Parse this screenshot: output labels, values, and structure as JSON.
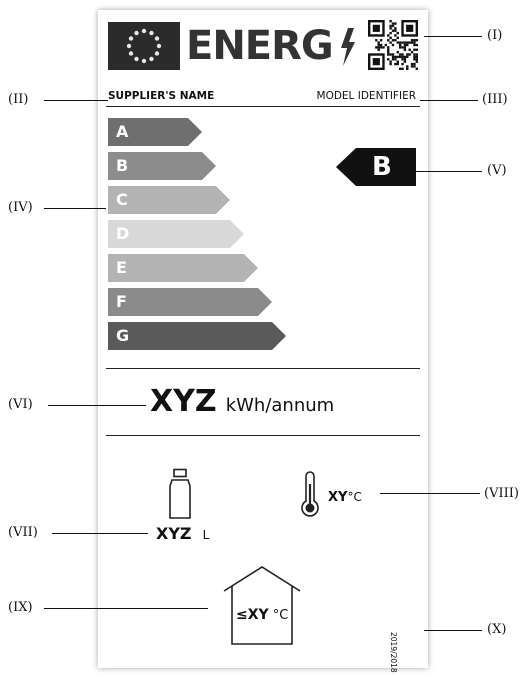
{
  "header": {
    "title": "ENERG"
  },
  "supplier_name": "SUPPLIER'S NAME",
  "model_identifier": "MODEL IDENTIFIER",
  "scale": [
    {
      "letter": "A",
      "color": "#6f6f6f"
    },
    {
      "letter": "B",
      "color": "#8c8c8c"
    },
    {
      "letter": "C",
      "color": "#b3b3b3"
    },
    {
      "letter": "D",
      "color": "#d8d8d8"
    },
    {
      "letter": "E",
      "color": "#b3b3b3"
    },
    {
      "letter": "F",
      "color": "#8a8a8a"
    },
    {
      "letter": "G",
      "color": "#5a5a5a"
    }
  ],
  "rating": {
    "letter": "B"
  },
  "consumption": {
    "value": "XYZ",
    "unit": "kWh/annum"
  },
  "volume": {
    "value": "XYZ",
    "unit": "L"
  },
  "temperature": {
    "value": "XY",
    "unit": "°C"
  },
  "min_ambient": {
    "prefix": "≤",
    "value": "XY",
    "unit": " °C"
  },
  "regulation": "2019/2018",
  "callouts": {
    "I": "(I)",
    "II": "(II)",
    "III": "(III)",
    "IV": "(IV)",
    "V": "(V)",
    "VI": "(VI)",
    "VII": "(VII)",
    "VIII": "(VIII)",
    "IX": "(IX)",
    "X": "(X)"
  }
}
